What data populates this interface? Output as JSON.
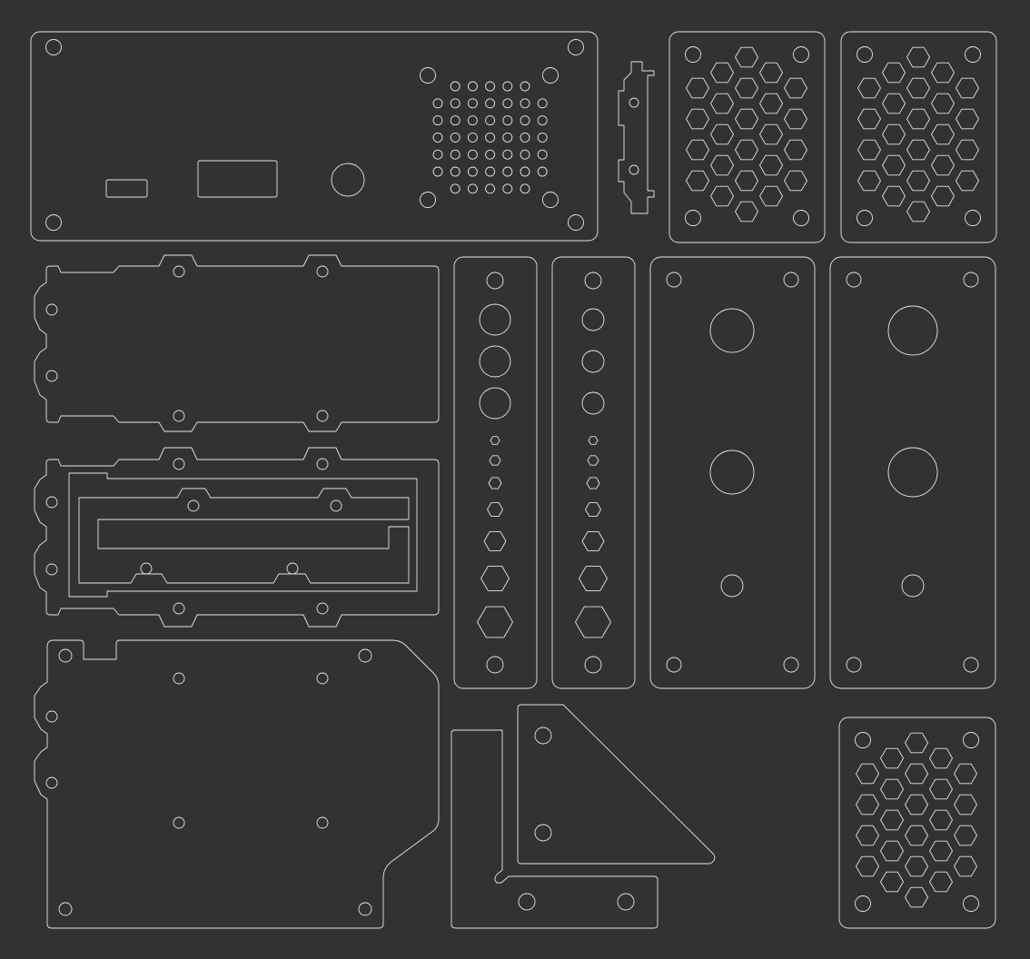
{
  "drawing": {
    "background": "#323232",
    "line_color": "#e4e4e4",
    "parts": [
      {
        "name": "front-panel",
        "features": [
          "mounting-holes",
          "vent-hole-grid",
          "usb-port-cutout",
          "display-port-cutout",
          "round-port-hole"
        ]
      },
      {
        "name": "side-bracket"
      },
      {
        "name": "hex-grille-panel-top-left",
        "pattern": "hexagon"
      },
      {
        "name": "hex-grille-panel-top-right",
        "pattern": "hexagon"
      },
      {
        "name": "tabbed-side-plate-upper"
      },
      {
        "name": "tabbed-frame-plate"
      },
      {
        "name": "mainboard-tray-plate"
      },
      {
        "name": "hole-strip-left",
        "features": [
          "round-holes",
          "hex-nut-holes"
        ]
      },
      {
        "name": "hole-strip-right",
        "features": [
          "round-holes",
          "hex-nut-holes"
        ]
      },
      {
        "name": "tall-panel-left",
        "features": [
          "large-round-holes",
          "mounting-holes"
        ]
      },
      {
        "name": "tall-panel-right",
        "features": [
          "large-round-holes",
          "mounting-holes"
        ]
      },
      {
        "name": "l-bracket"
      },
      {
        "name": "triangle-gusset"
      },
      {
        "name": "hex-grille-panel-bottom",
        "pattern": "hexagon"
      }
    ]
  }
}
